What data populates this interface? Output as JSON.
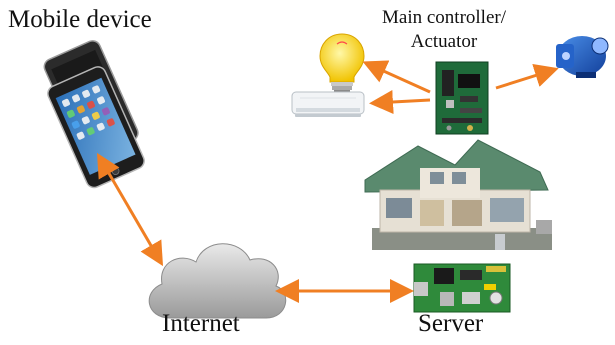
{
  "labels": {
    "mobile": "Mobile device",
    "controller_line1": "Main controller/",
    "controller_line2": "Actuator",
    "internet": "Internet",
    "server": "Server"
  },
  "colors": {
    "arrow": "#f07f23",
    "text": "#111111"
  },
  "icons": {
    "mobile": "smartphone-icon",
    "lamp": "light-bulb-icon",
    "aircon": "air-conditioner-icon",
    "controller": "circuit-board-icon",
    "pump": "water-pump-icon",
    "house": "house-icon",
    "cloud": "cloud-icon",
    "server": "raspberry-pi-board-icon"
  }
}
